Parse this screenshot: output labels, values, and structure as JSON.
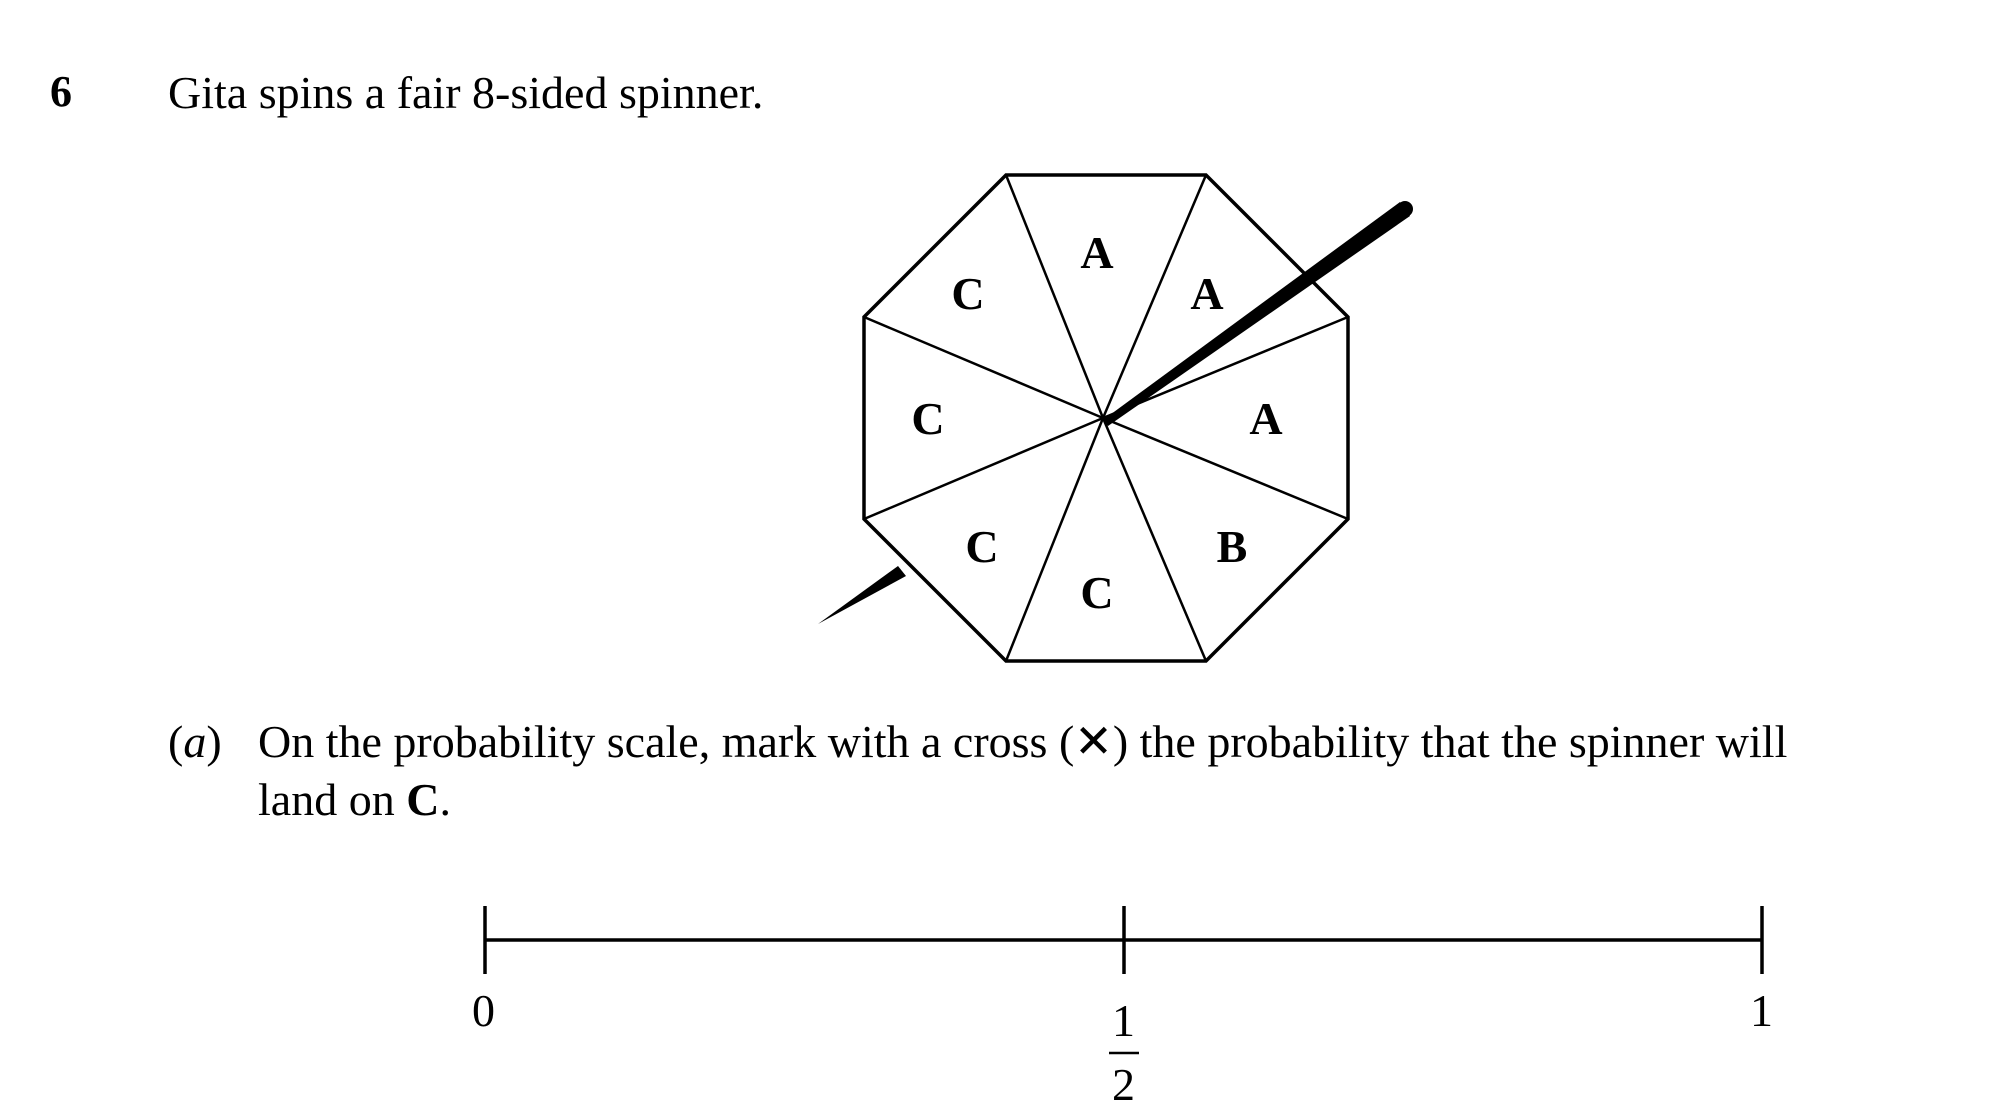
{
  "question": {
    "number": "6",
    "text": "Gita spins a fair 8-sided spinner."
  },
  "spinner": {
    "sectors": [
      "A",
      "A",
      "A",
      "B",
      "C",
      "C",
      "C",
      "C"
    ]
  },
  "part_a": {
    "label_open": "(",
    "label_letter": "a",
    "label_close": ")",
    "text_line1": "On the probability scale, mark with a cross (✕) the probability that the spinner will",
    "text_line2_start": "land on ",
    "text_line2_bold": "C",
    "text_line2_end": "."
  },
  "scale": {
    "left_label": "0",
    "mid_numerator": "1",
    "mid_denominator": "2",
    "right_label": "1"
  }
}
